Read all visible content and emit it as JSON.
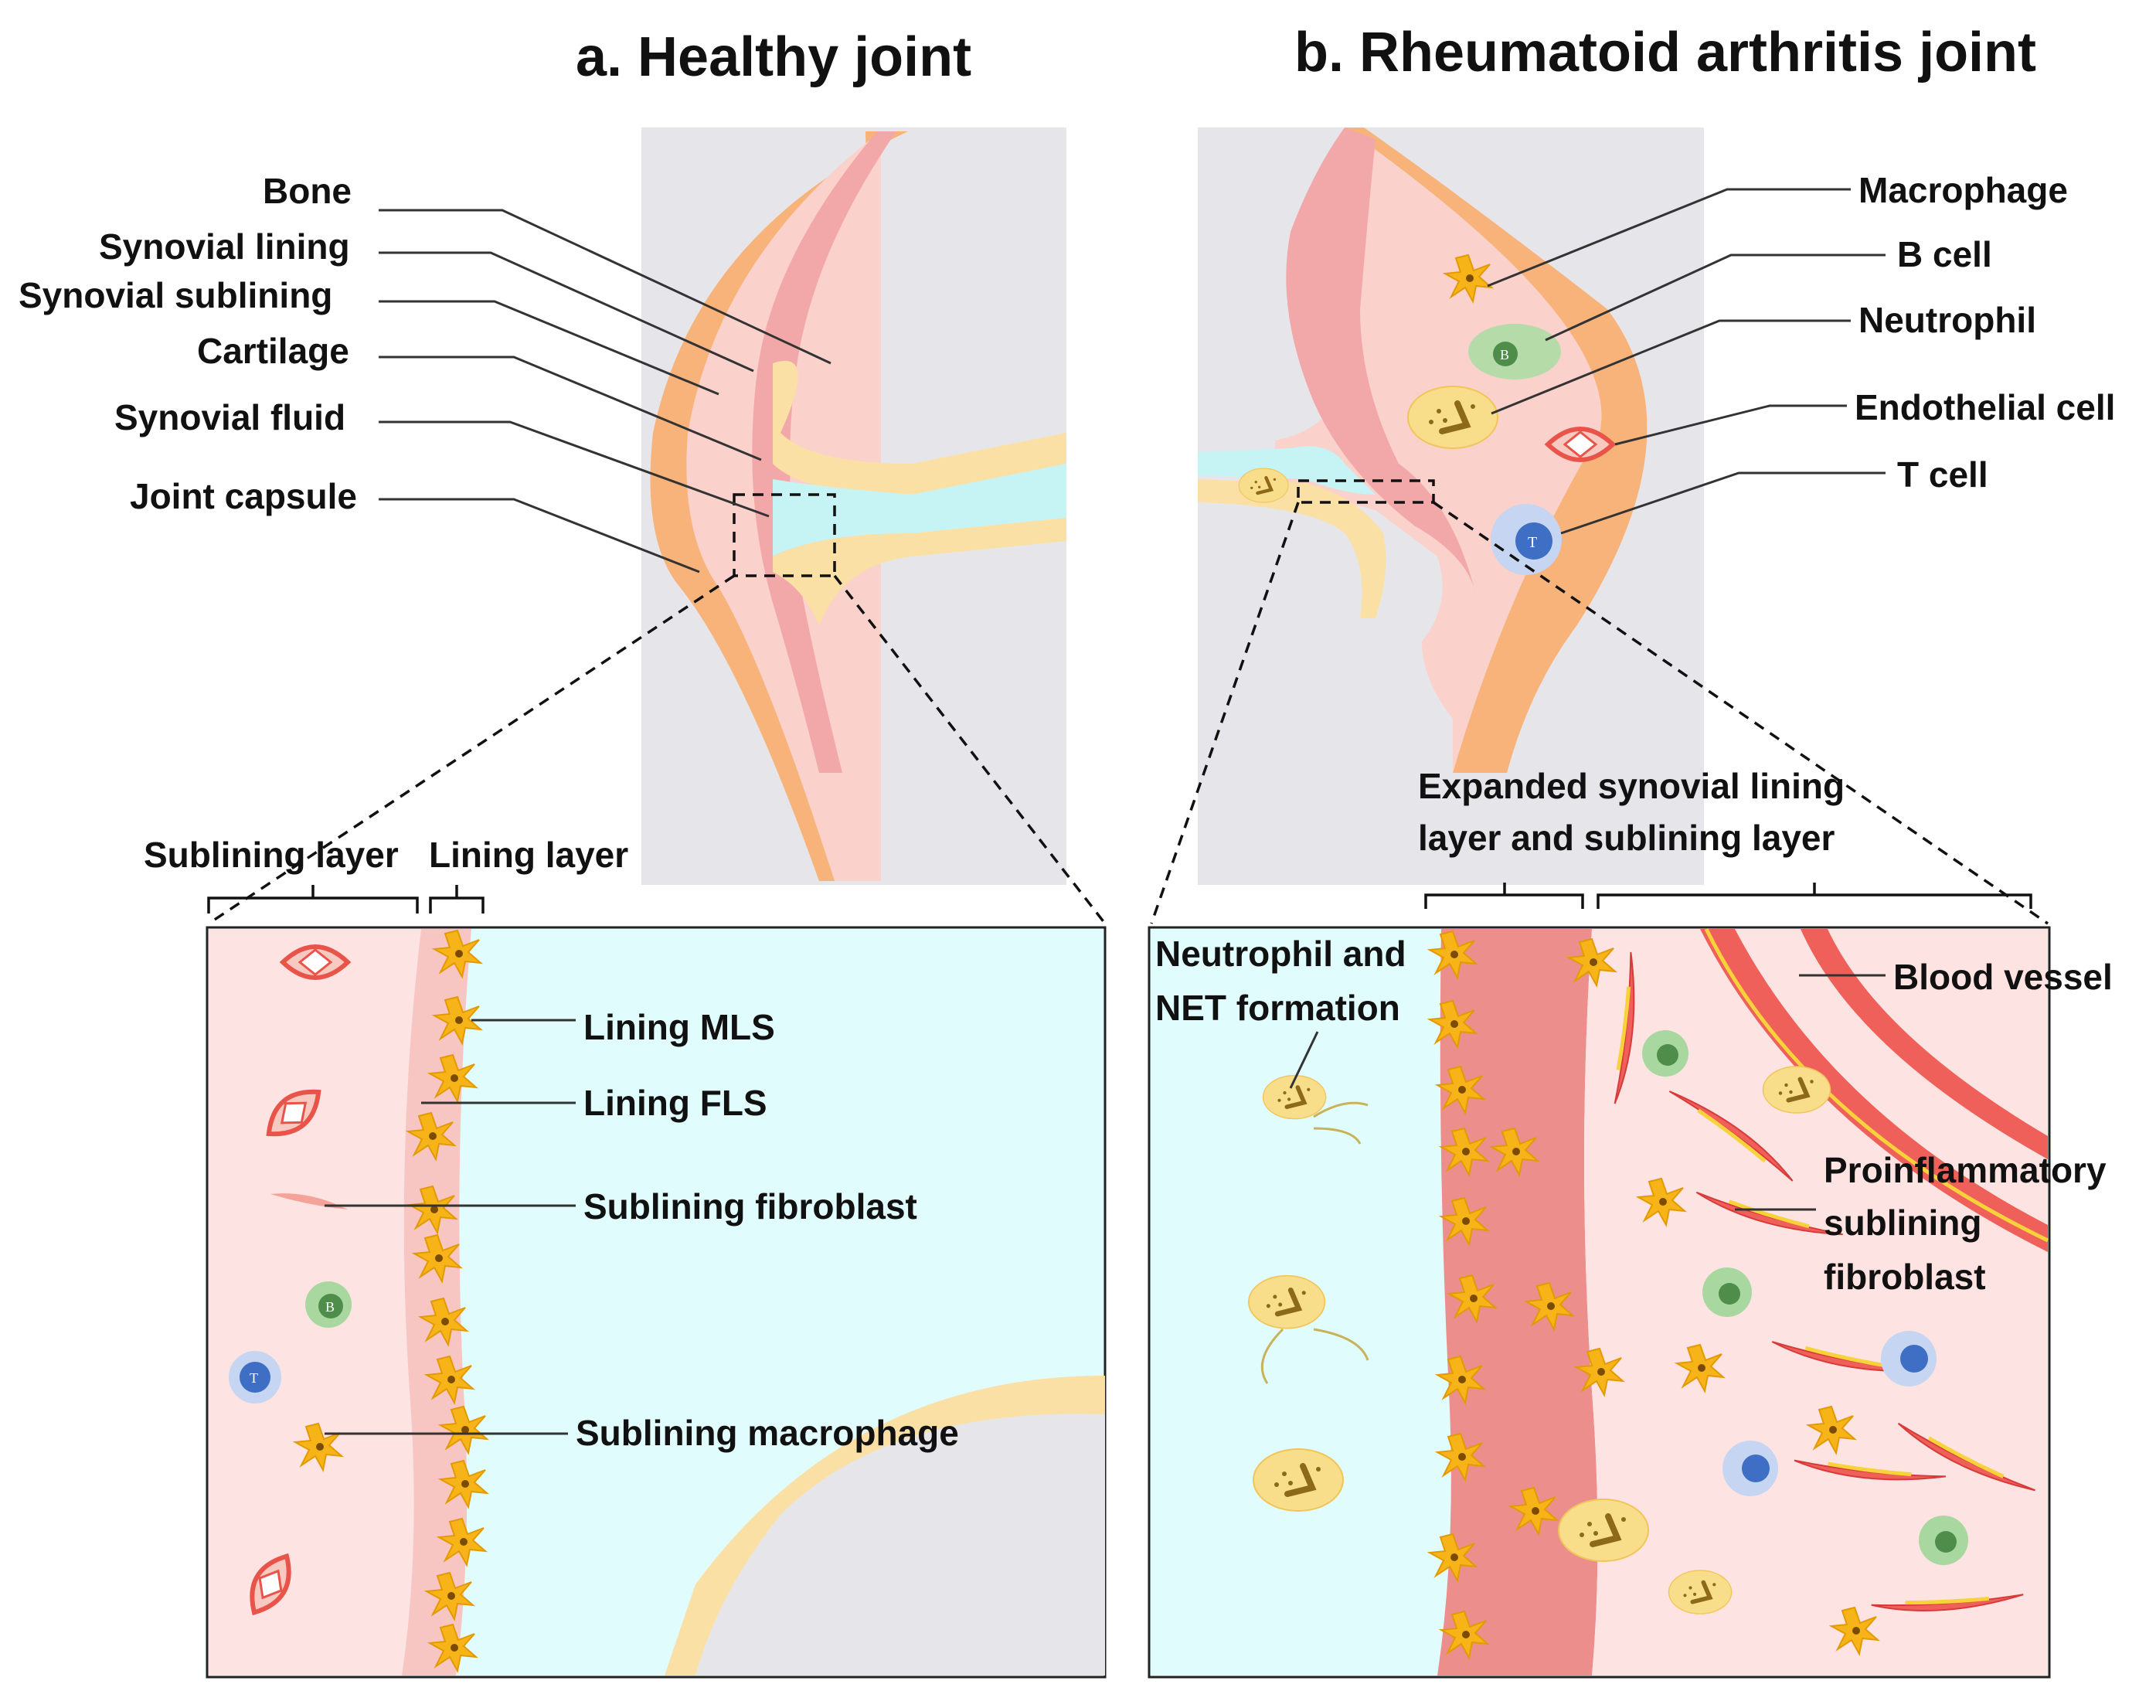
{
  "titles": {
    "a": "a. Healthy joint",
    "b": "b. Rheumatoid arthritis joint"
  },
  "healthy_labels": {
    "bone": "Bone",
    "synovial_lining": "Synovial lining",
    "synovial_sublining": "Synovial sublining",
    "cartilage": "Cartilage",
    "synovial_fluid": "Synovial fluid",
    "joint_capsule": "Joint capsule"
  },
  "ra_labels": {
    "macrophage": "Macrophage",
    "b_cell": "B cell",
    "neutrophil": "Neutrophil",
    "endothelial_cell": "Endothelial cell",
    "t_cell": "T cell"
  },
  "healthy_zoom": {
    "sublining_layer": "Sublining layer",
    "lining_layer": "Lining layer",
    "lining_mls": "Lining MLS",
    "lining_fls": "Lining FLS",
    "sublining_fibroblast": "Sublining fibroblast",
    "sublining_macrophage": "Sublining macrophage"
  },
  "ra_zoom": {
    "expanded_line1": "Expanded synovial lining",
    "expanded_line2": "layer and sublining layer",
    "net_line1": "Neutrophil and",
    "net_line2": "NET formation",
    "blood_vessel": "Blood vessel",
    "proinflam_line1": "Proinflammatory",
    "proinflam_line2": "sublining",
    "proinflam_line3": "fibroblast"
  },
  "cell_marks": {
    "b": "B",
    "t": "T"
  },
  "colors": {
    "capsule": "#f8b37a",
    "synovium": "#fad1cb",
    "lining": "#f2a8a8",
    "cartilage": "#fbe0a6",
    "fluid": "#c6f4f4",
    "bone": "#e6e6ea",
    "macrophage": "#f7b419",
    "b_cell": "#8fc78f",
    "t_cell": "#4a78c8",
    "neutrophil": "#f8dd8a",
    "endothelial": "#e9544a"
  }
}
